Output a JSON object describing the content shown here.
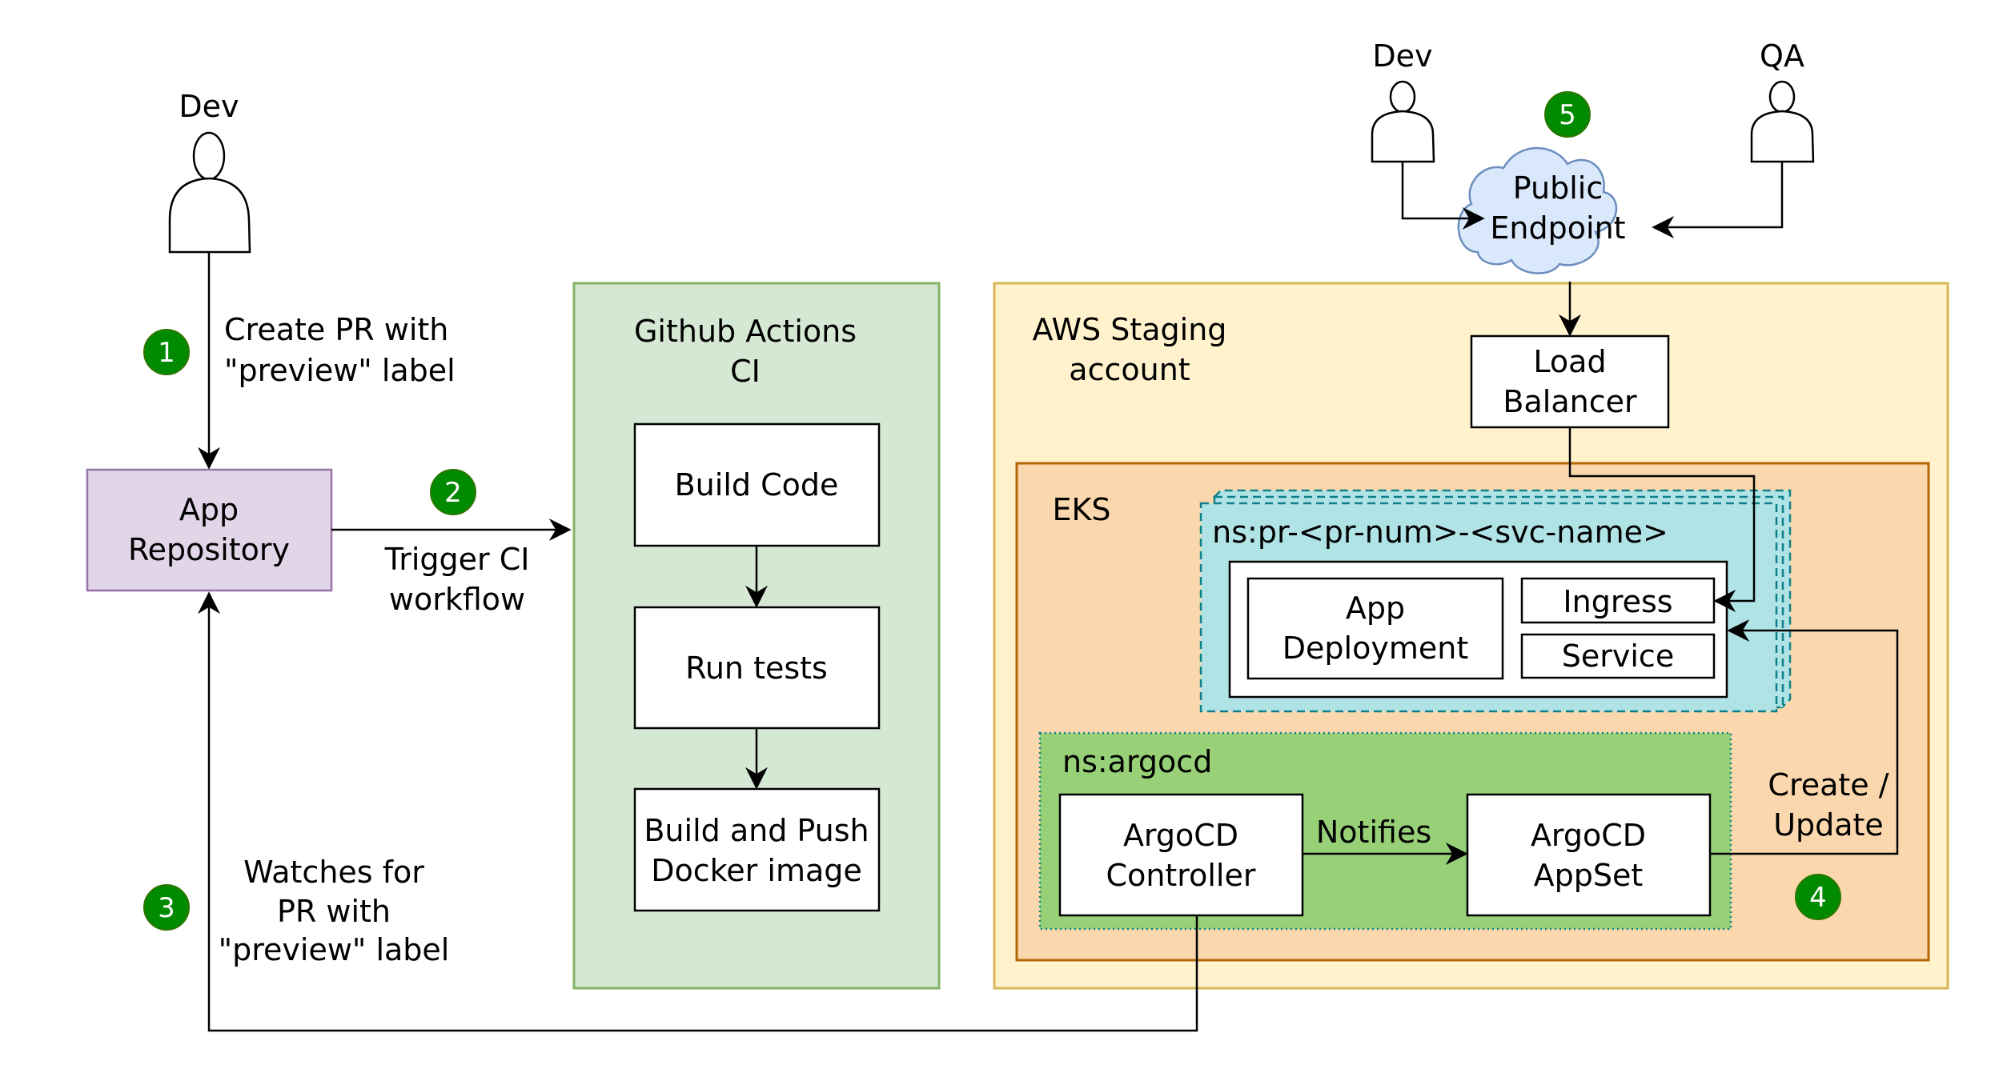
{
  "colors": {
    "badge": "#008a00",
    "app_repo_fill": "#e1d5e7",
    "app_repo_stroke": "#9673a6",
    "github_fill": "#d5e8d4",
    "github_stroke": "#82b366",
    "aws_fill": "#fff2cc",
    "aws_stroke": "#d6b656",
    "eks_fill": "#fad7ac",
    "eks_stroke": "#b46504",
    "ns_pr_fill": "#b0e3e6",
    "ns_pr_stroke": "#0e8088",
    "argocd_fill": "#97d077",
    "argocd_stroke": "#0e8088",
    "cloud_fill": "#dae8fc",
    "cloud_stroke": "#6c8ebf"
  },
  "actors": {
    "dev_left": "Dev",
    "dev_right": "Dev",
    "qa": "QA"
  },
  "badges": [
    "1",
    "2",
    "3",
    "4",
    "5"
  ],
  "edges": {
    "create_pr": [
      "Create PR with",
      "\"preview\" label"
    ],
    "trigger_ci": [
      "Trigger CI",
      "workflow"
    ],
    "watches": [
      "Watches for",
      "PR with",
      "\"preview\" label"
    ],
    "notifies": "Notifies",
    "create_update": [
      "Create /",
      "Update"
    ]
  },
  "nodes": {
    "app_repo": [
      "App",
      "Repository"
    ],
    "github": {
      "title": [
        "Github Actions",
        "CI"
      ],
      "steps": [
        [
          "Build Code"
        ],
        [
          "Run tests"
        ],
        [
          "Build and Push",
          "Docker image"
        ]
      ]
    },
    "public_endpoint": [
      "Public",
      "Endpoint"
    ],
    "aws": {
      "title": [
        "AWS Staging",
        "account"
      ],
      "load_balancer": [
        "Load",
        "Balancer"
      ],
      "eks": {
        "title": "EKS",
        "ns_pr": {
          "title": "ns:pr-<pr-num>-<svc-name>",
          "app_deployment": [
            "App",
            "Deployment"
          ],
          "ingress": "Ingress",
          "service": "Service"
        },
        "ns_argocd": {
          "title": "ns:argocd",
          "controller": [
            "ArgoCD",
            "Controller"
          ],
          "appset": [
            "ArgoCD",
            "AppSet"
          ]
        }
      }
    }
  }
}
